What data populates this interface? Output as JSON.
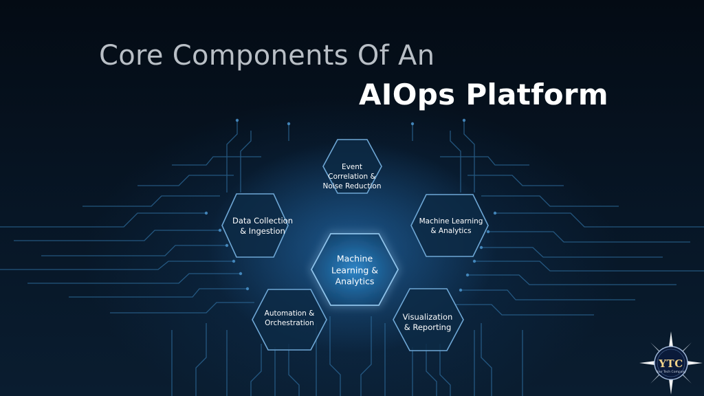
{
  "title": {
    "line1": "Core Components Of An",
    "line2": "AIOps Platform"
  },
  "hexagons": [
    {
      "id": "event-correlation",
      "label": "Event\nCorrelation &\nNoise Reduction"
    },
    {
      "id": "data-collection",
      "label": "Data Collection\n& Ingestion"
    },
    {
      "id": "machine-learning-right",
      "label": "Machine Learning\n& Analytics"
    },
    {
      "id": "machine-learning-center",
      "label": "Machine\nLearning &\nAnalytics"
    },
    {
      "id": "automation",
      "label": "Automation &\nOrchestration"
    },
    {
      "id": "visualization",
      "label": "Visualization\n& Reporting"
    }
  ],
  "logo": {
    "text": "YTC",
    "subtext": "Your Tech Company"
  },
  "colors": {
    "background": "#071523",
    "hex_border": "#6fa8d6",
    "hex_fill": "#0d2a45",
    "center_glow": "#2f86c8",
    "circuit_line": "#2e6c9c",
    "logo_gold": "#f1d38a"
  }
}
